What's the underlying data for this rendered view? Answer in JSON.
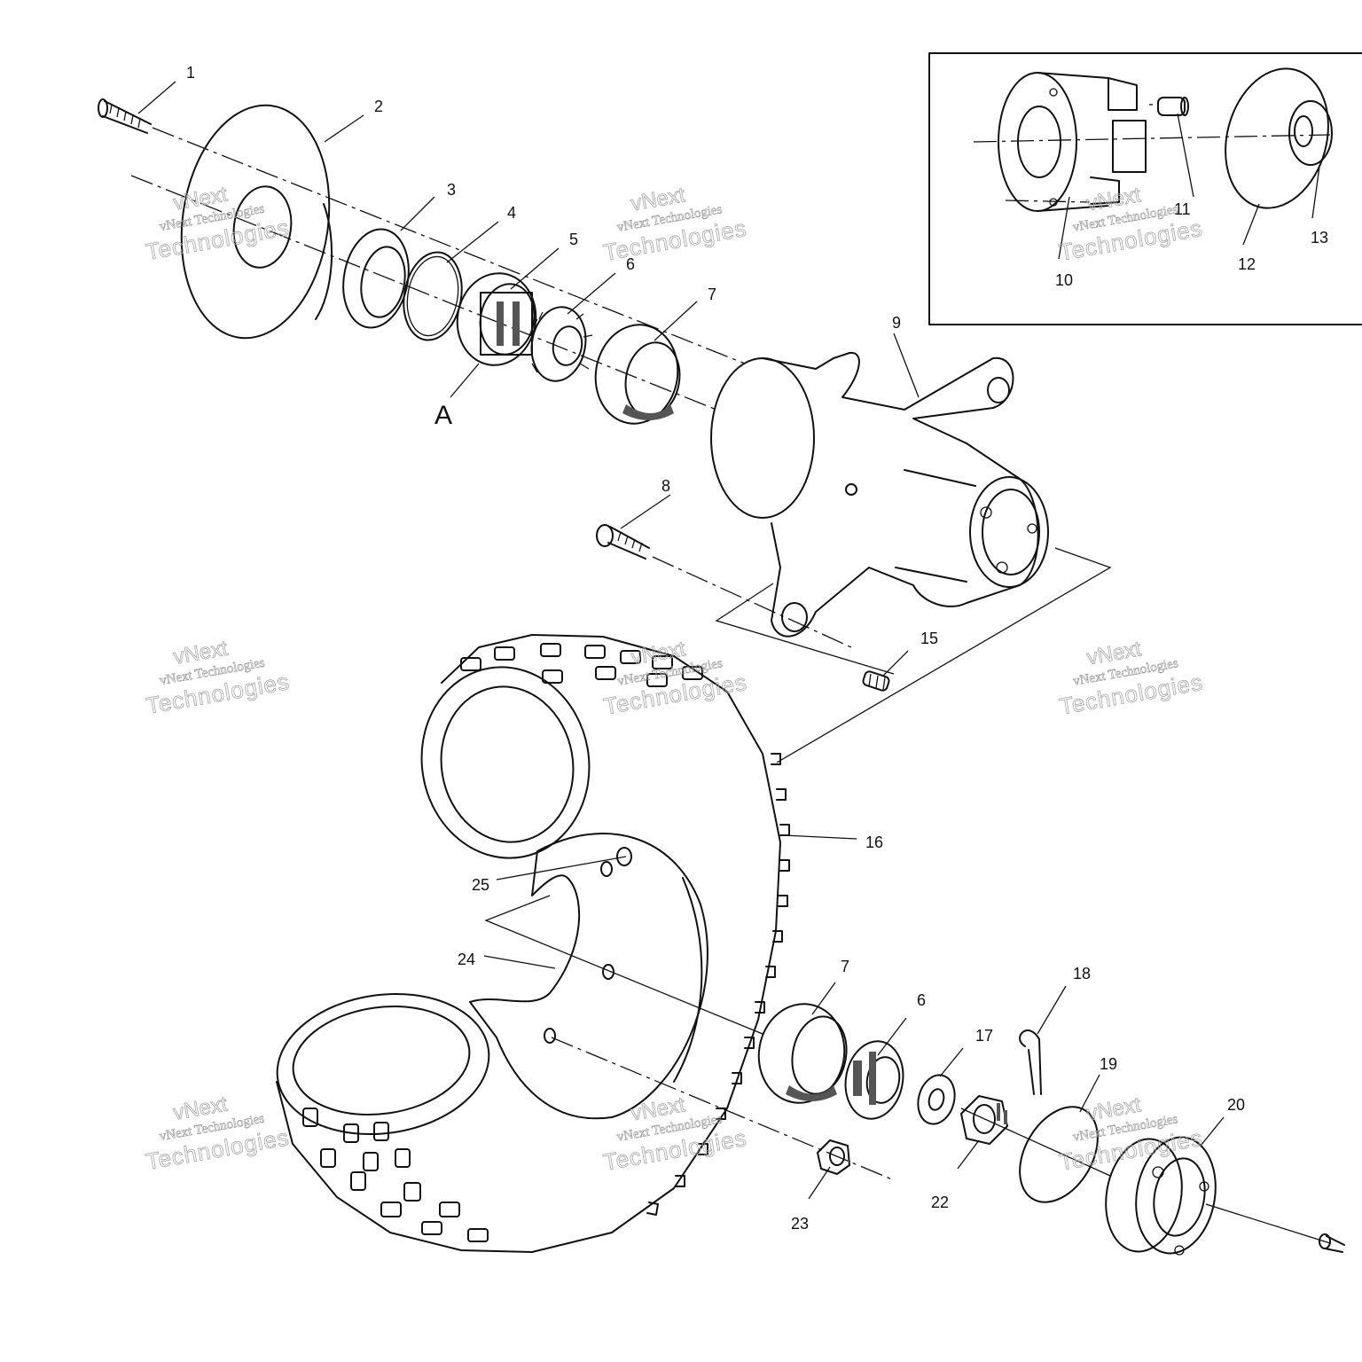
{
  "diagram": {
    "callouts": [
      "1",
      "2",
      "3",
      "4",
      "5",
      "6",
      "7",
      "8",
      "9",
      "10",
      "11",
      "12",
      "13",
      "15",
      "16",
      "17",
      "18",
      "19",
      "20",
      "22",
      "23",
      "24",
      "25",
      "6",
      "7"
    ],
    "section_label": "A",
    "watermark": {
      "line1": "vNext Technologies",
      "line2": "Technologies",
      "line3": "vNext"
    }
  }
}
